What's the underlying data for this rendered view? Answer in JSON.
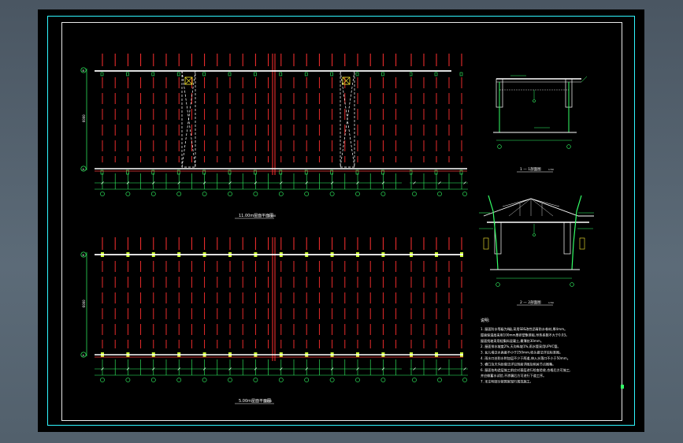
{
  "drawing": {
    "title_upper_plan": "11.00m屋面平面图",
    "title_upper_scale": "1:100",
    "title_lower_plan": "5.00m屋面平面图",
    "title_lower_scale": "1:100",
    "title_section_1": "1 — 1剖面图",
    "title_section_1_scale": "1:50",
    "title_section_2": "2 — 2剖面图",
    "title_section_2_scale": "1:50",
    "axis_a": "A",
    "axis_b": "B",
    "notes_heading": "说明:",
    "notes": [
      "1. 屋面防水等级为Ⅱ级,采用SBS改性沥青防水卷材,厚4mm。",
      "   屋面保温层采用100mm厚挤塑聚苯板,导热系数不大于0.03。",
      "   屋面找坡采用轻集料混凝土,最薄处30mm。",
      "2. 屋面排水坡度2%,天沟纵坡1%,雨水管采用UPVC管。",
      "3. 女儿墙泛水高度不小于250mm,收头做法详见标准图。",
      "4. 雨水口处防水附加层不少于两道,伸入水落口不小于50mm。",
      "5. 檐口及天沟处做法详见剖面详图及相关节点图集。",
      "6. 屋面各构造层施工前应对基层进行检查验收,合格后方可施工,",
      "   并应做蓄水试验,不渗漏后方可进行下道工序。",
      "7. 未注明部分按国家现行规范施工。"
    ]
  }
}
